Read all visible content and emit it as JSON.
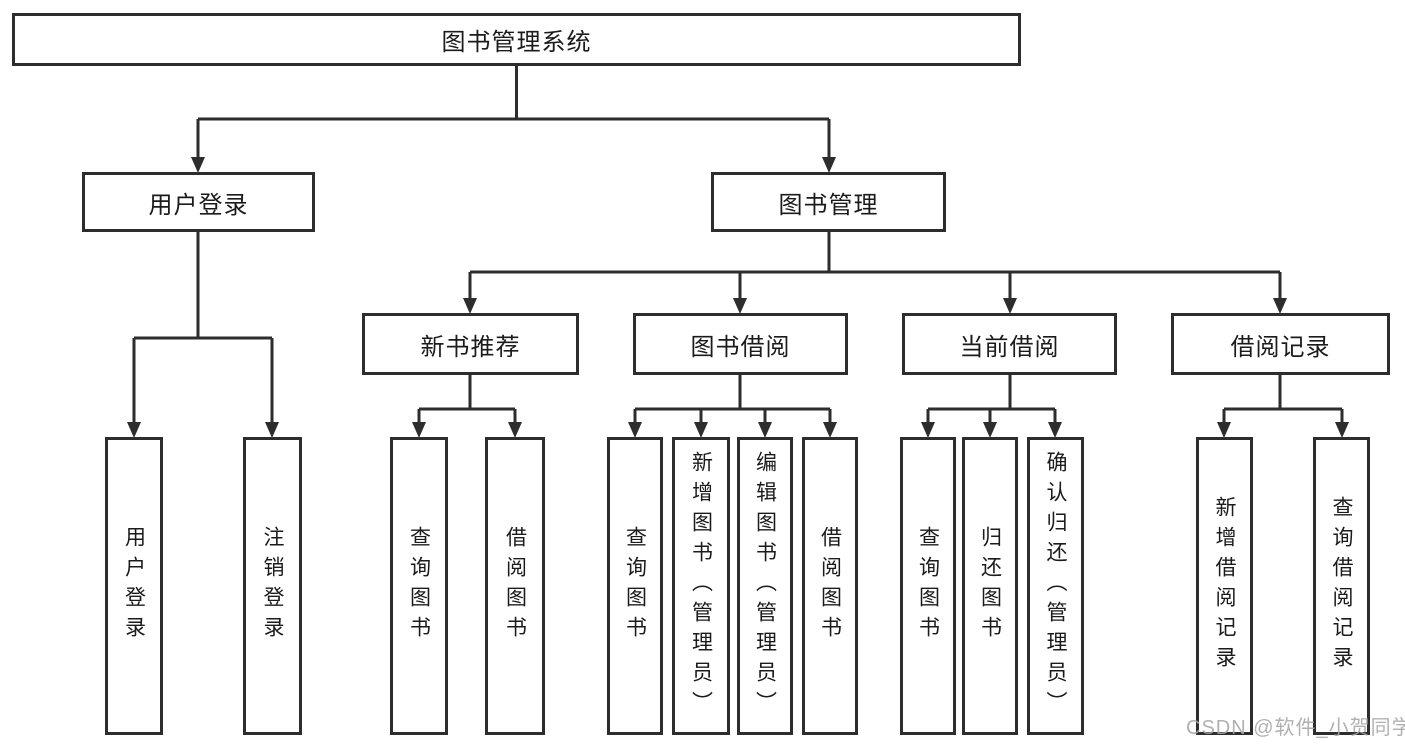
{
  "diagram": {
    "root": "图书管理系统",
    "level2": [
      "用户登录",
      "图书管理"
    ],
    "level3": [
      "新书推荐",
      "图书借阅",
      "当前借阅",
      "借阅记录"
    ],
    "leaves": [
      "用户登录",
      "注销登录",
      "查询图书",
      "借阅图书",
      "查询图书",
      "新增图书（管理员）",
      "编辑图书（管理员）",
      "借阅图书",
      "查询图书",
      "归还图书",
      "确认归还（管理员）",
      "新增借阅记录",
      "查询借阅记录"
    ],
    "watermark": "CSDN @软件_小贺同学",
    "colors": {
      "line": "#2d2d2d",
      "box_border": "#2d2d2d",
      "text": "#1b1b1b",
      "background": "#ffffff",
      "watermark": "#a6a6a6"
    }
  }
}
